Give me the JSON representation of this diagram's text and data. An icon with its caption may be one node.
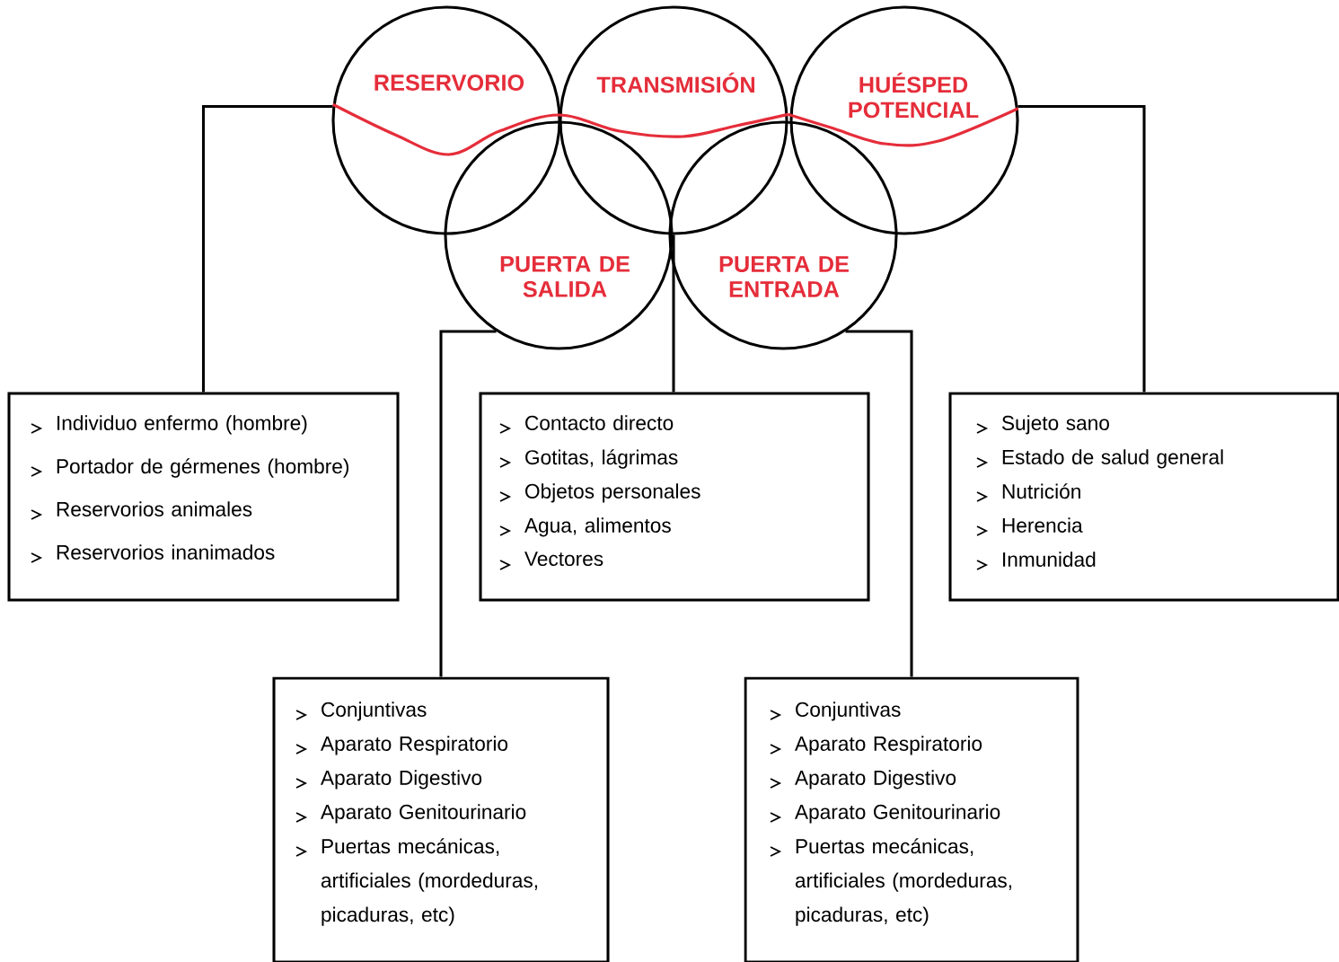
{
  "diagram": {
    "nodes": [
      {
        "text": [
          "RESERVORIO"
        ]
      },
      {
        "text": [
          "TRANSMISIÓN"
        ]
      },
      {
        "text": [
          "HUÉSPED POTENCIAL"
        ]
      },
      {
        "text": [
          "PUERTA DE SALIDA"
        ]
      },
      {
        "text": [
          "PUERTA DE ENTRADA"
        ]
      },
      {
        "text": [
          "Individuo enfermo (hombre)",
          "Portador de gérmenes (hombre)",
          "Reservorios animales",
          "Reservorios inanimados"
        ]
      },
      {
        "text": [
          "Contacto directo",
          "Gotitas, lágrimas",
          "Objetos personales",
          "Agua, alimentos",
          "Vectores"
        ]
      },
      {
        "text": [
          "Sujeto sano",
          "Estado de salud general",
          "Nutrición",
          "Herencia",
          "Inmunidad"
        ]
      },
      {
        "text": [
          "Conjuntivas",
          "Aparato Respiratorio",
          "Aparato Digestivo",
          "Aparato Genitourinario",
          "Puertas mecánicas, artificiales (mordeduras, picaduras, etc)"
        ]
      },
      {
        "text": [
          "Conjuntivas",
          "Aparato Respiratorio",
          "Aparato Digestivo",
          "Aparato Genitourinario",
          "Puertas mecánicas, artificiales (mordeduras, picaduras, etc)"
        ]
      }
    ],
    "edges": [
      {
        "from": 0,
        "to": 5,
        "arrow": "none"
      },
      {
        "from": 1,
        "to": 6,
        "arrow": "none"
      },
      {
        "from": 2,
        "to": 7,
        "arrow": "none"
      },
      {
        "from": 3,
        "to": 8,
        "arrow": "none"
      },
      {
        "from": 4,
        "to": 9,
        "arrow": "none"
      },
      {
        "from": 0,
        "to": 1,
        "arrow": "none",
        "color": "#e52d3a"
      },
      {
        "from": 1,
        "to": 2,
        "arrow": "none",
        "color": "#e52d3a"
      }
    ]
  }
}
